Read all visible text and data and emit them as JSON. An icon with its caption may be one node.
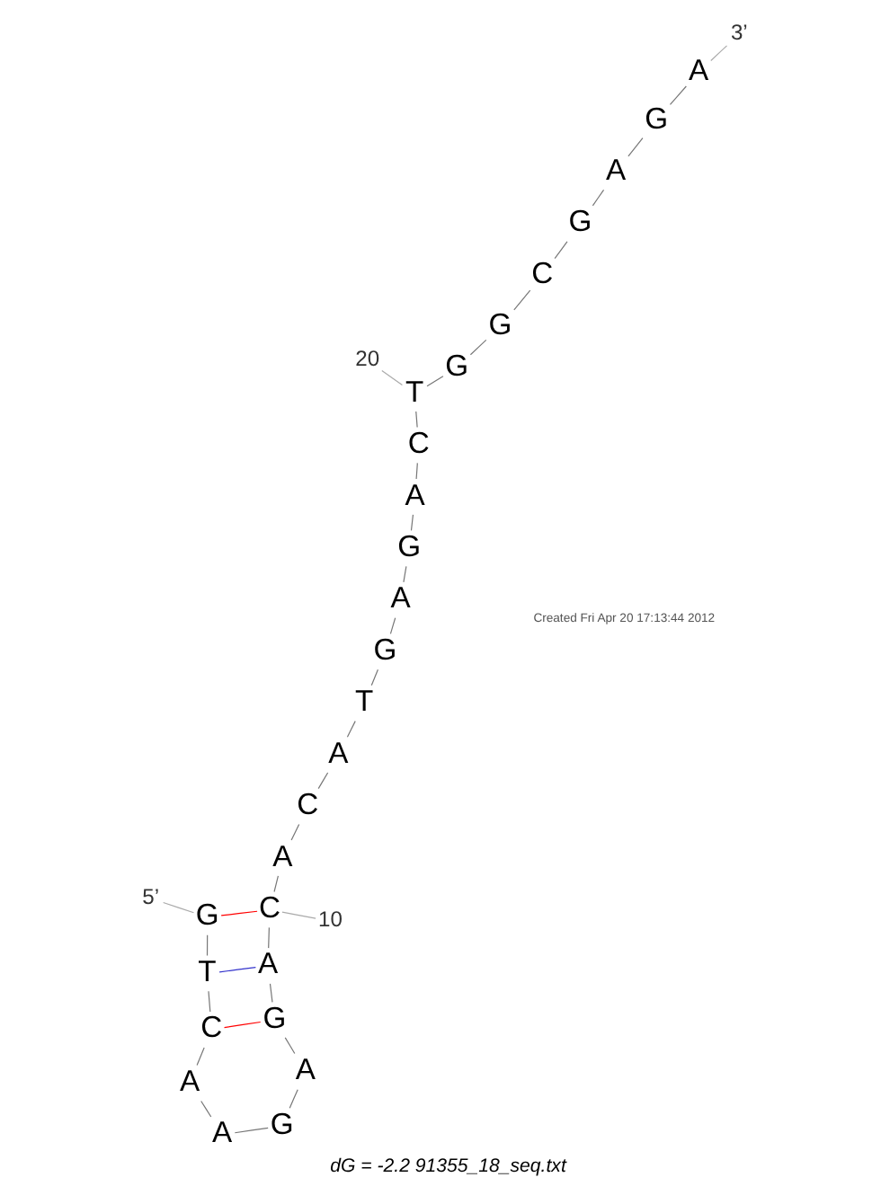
{
  "diagram": {
    "caption": "dG = -2.2 91355_18_seq.txt",
    "nodes": [
      {
        "text": [
          "G"
        ]
      },
      {
        "text": [
          "T"
        ]
      },
      {
        "text": [
          "C"
        ]
      },
      {
        "text": [
          "A"
        ]
      },
      {
        "text": [
          "A"
        ]
      },
      {
        "text": [
          "G"
        ]
      },
      {
        "text": [
          "A"
        ]
      },
      {
        "text": [
          "G"
        ]
      },
      {
        "text": [
          "A"
        ]
      },
      {
        "text": [
          "C"
        ]
      },
      {
        "text": [
          "A"
        ]
      },
      {
        "text": [
          "C"
        ]
      },
      {
        "text": [
          "A"
        ]
      },
      {
        "text": [
          "T"
        ]
      },
      {
        "text": [
          "G"
        ]
      },
      {
        "text": [
          "A"
        ]
      },
      {
        "text": [
          "G"
        ]
      },
      {
        "text": [
          "A"
        ]
      },
      {
        "text": [
          "C"
        ]
      },
      {
        "text": [
          "T"
        ]
      },
      {
        "text": [
          "G"
        ]
      },
      {
        "text": [
          "G"
        ]
      },
      {
        "text": [
          "C"
        ]
      },
      {
        "text": [
          "G"
        ]
      },
      {
        "text": [
          "A"
        ]
      },
      {
        "text": [
          "G"
        ]
      },
      {
        "text": [
          "A"
        ]
      },
      {
        "text": [
          "5’"
        ]
      },
      {
        "text": [
          "3’"
        ]
      },
      {
        "text": [
          "10"
        ]
      },
      {
        "text": [
          "20"
        ]
      }
    ],
    "edges": [
      {
        "from": 0,
        "to": 1,
        "arrow": "none"
      },
      {
        "from": 1,
        "to": 2,
        "arrow": "none"
      },
      {
        "from": 2,
        "to": 3,
        "arrow": "none"
      },
      {
        "from": 3,
        "to": 4,
        "arrow": "none"
      },
      {
        "from": 4,
        "to": 5,
        "arrow": "none"
      },
      {
        "from": 5,
        "to": 6,
        "arrow": "none"
      },
      {
        "from": 6,
        "to": 7,
        "arrow": "none"
      },
      {
        "from": 7,
        "to": 8,
        "arrow": "none"
      },
      {
        "from": 8,
        "to": 9,
        "arrow": "none"
      },
      {
        "from": 9,
        "to": 10,
        "arrow": "none"
      },
      {
        "from": 10,
        "to": 11,
        "arrow": "none"
      },
      {
        "from": 11,
        "to": 12,
        "arrow": "none"
      },
      {
        "from": 12,
        "to": 13,
        "arrow": "none"
      },
      {
        "from": 13,
        "to": 14,
        "arrow": "none"
      },
      {
        "from": 14,
        "to": 15,
        "arrow": "none"
      },
      {
        "from": 15,
        "to": 16,
        "arrow": "none"
      },
      {
        "from": 16,
        "to": 17,
        "arrow": "none"
      },
      {
        "from": 17,
        "to": 18,
        "arrow": "none"
      },
      {
        "from": 18,
        "to": 19,
        "arrow": "none"
      },
      {
        "from": 19,
        "to": 20,
        "arrow": "none"
      },
      {
        "from": 20,
        "to": 21,
        "arrow": "none"
      },
      {
        "from": 21,
        "to": 22,
        "arrow": "none"
      },
      {
        "from": 22,
        "to": 23,
        "arrow": "none"
      },
      {
        "from": 23,
        "to": 24,
        "arrow": "none"
      },
      {
        "from": 24,
        "to": 25,
        "arrow": "none"
      },
      {
        "from": 25,
        "to": 26,
        "arrow": "none"
      },
      {
        "from": 0,
        "to": 9,
        "arrow": "none",
        "color": "#ff0000"
      },
      {
        "from": 1,
        "to": 8,
        "arrow": "none",
        "color": "#3333cc"
      },
      {
        "from": 2,
        "to": 7,
        "arrow": "none",
        "color": "#ff0000"
      },
      {
        "from": 27,
        "to": 0,
        "arrow": "none",
        "color": "#aaaaaa"
      },
      {
        "from": 28,
        "to": 26,
        "arrow": "none",
        "color": "#aaaaaa"
      },
      {
        "from": 29,
        "to": 9,
        "arrow": "none",
        "color": "#aaaaaa"
      },
      {
        "from": 30,
        "to": 19,
        "arrow": "none",
        "color": "#aaaaaa"
      }
    ],
    "labels": [
      "Created Fri Apr 20 17:13:44 2012"
    ]
  }
}
